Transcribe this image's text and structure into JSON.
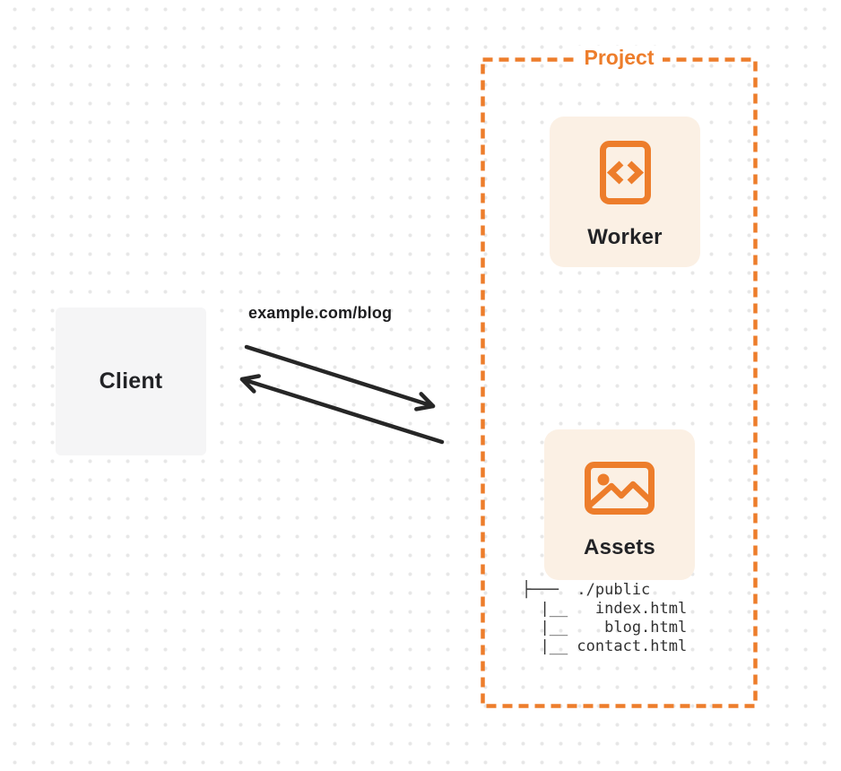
{
  "page": {
    "background_color": "#ffffff",
    "dot_grid_color": "#e7e7e7",
    "arrow_color": "#262626"
  },
  "client": {
    "label": "Client",
    "box_color": "#f5f5f6"
  },
  "request": {
    "label": "example.com/blog"
  },
  "project": {
    "title": "Project",
    "accent_color": "#ed7d2b",
    "card_background": "#fbf0e4",
    "worker": {
      "label": "Worker",
      "icon": "code-file-icon"
    },
    "assets": {
      "label": "Assets",
      "icon": "image-icon",
      "file_tree": "├───  ./public\n  |__   index.html\n  |__    blog.html\n  |__ contact.html"
    }
  }
}
